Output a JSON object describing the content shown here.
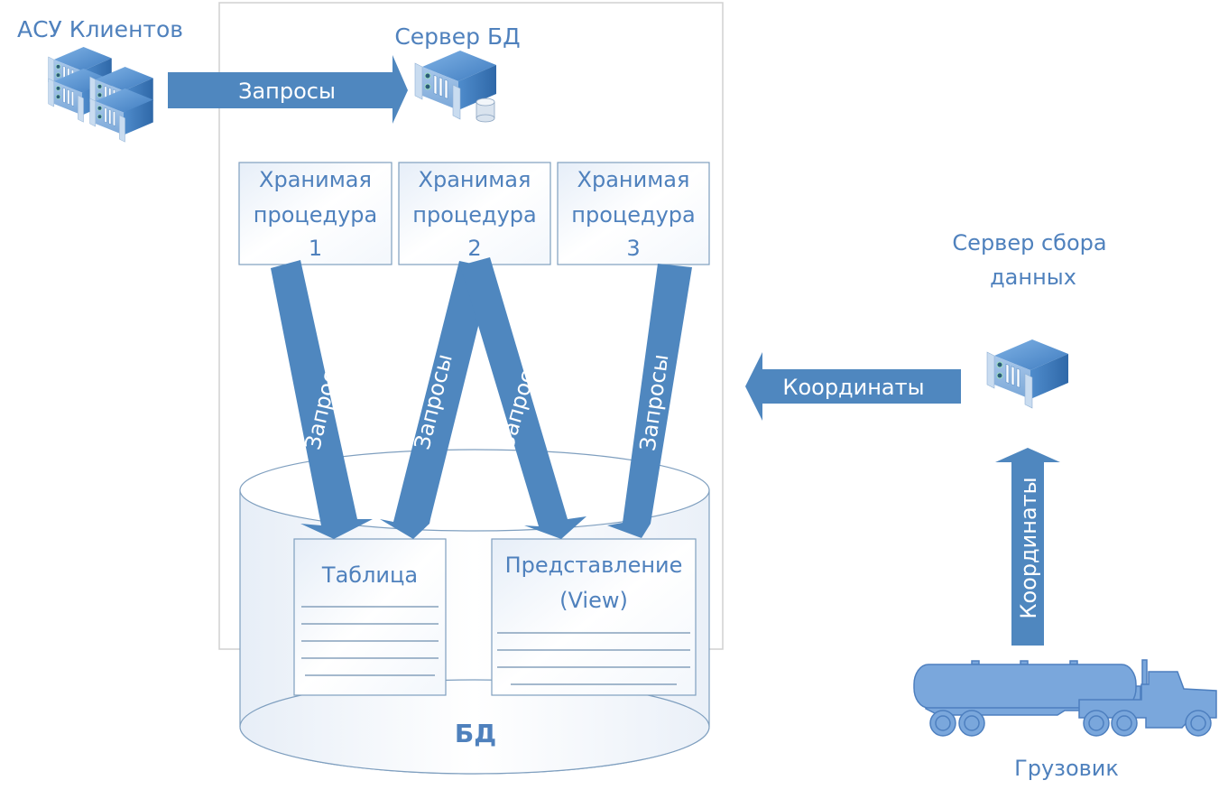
{
  "nodes": {
    "clients": {
      "label": "АСУ Клиентов",
      "icon": "server-rack-cluster-icon"
    },
    "db_server": {
      "label": "Сервер БД",
      "icon": "database-server-icon"
    },
    "collector": {
      "label_line1": "Сервер сбора",
      "label_line2": "данных",
      "icon": "server-icon"
    },
    "truck": {
      "label": "Грузовик",
      "icon": "tanker-truck-icon"
    },
    "database": {
      "label": "БД"
    }
  },
  "procedures": [
    {
      "line1": "Хранимая",
      "line2": "процедура",
      "line3": "1"
    },
    {
      "line1": "Хранимая",
      "line2": "процедура",
      "line3": "2"
    },
    {
      "line1": "Хранимая",
      "line2": "процедура",
      "line3": "3"
    }
  ],
  "objects": {
    "table": {
      "label": "Таблица"
    },
    "view": {
      "line1": "Представление",
      "line2": "(View)"
    }
  },
  "arrows": {
    "requests_top": "Запросы",
    "proc1_to_table": "Запросы",
    "proc2_to_table": "Запросы",
    "proc2_to_view": "Запросы",
    "proc3_to_view": "Запросы",
    "coords_left": "Координаты",
    "coords_up": "Координаты"
  },
  "colors": {
    "accent": "#4f87bf",
    "label": "#4f81bd",
    "truck_fill": "#7aa7dc",
    "truck_stroke": "#4d7fbf"
  }
}
